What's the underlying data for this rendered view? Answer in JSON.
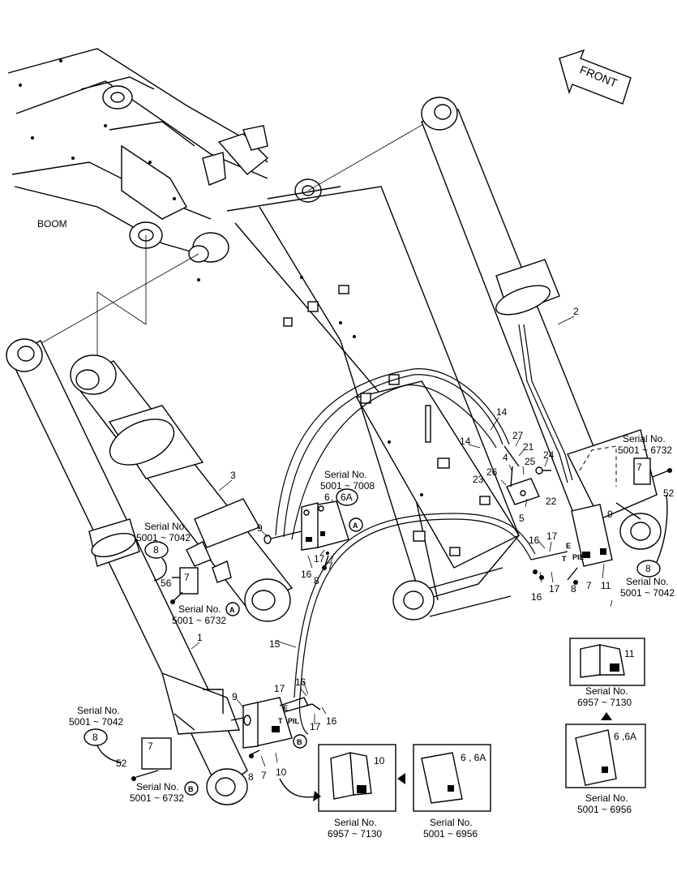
{
  "labels": {
    "boom": "BOOM",
    "front": "FRONT",
    "serial_no": "Serial No.",
    "port_e": "E",
    "port_t": "T",
    "port_pil": "PIL",
    "circle_a": "A",
    "circle_b": "B",
    "circle_8": "8",
    "circle_6a": "6A",
    "six_6a": "6 ,",
    "six_6a_b": "6 , 6A",
    "six_6a_c": "6 ,6A"
  },
  "serial_ranges": {
    "r5001_7008": "5001 ~ 7008",
    "r5001_7042": "5001 ~ 7042",
    "r5001_6732": "5001 ~ 6732",
    "r6957_7130": "6957 ~ 7130",
    "r5001_6956": "5001 ~ 6956"
  },
  "part_numbers": [
    "1",
    "2",
    "3",
    "4",
    "5",
    "6",
    "7",
    "8",
    "9",
    "10",
    "11",
    "14",
    "15",
    "16",
    "17",
    "21",
    "22",
    "23",
    "24",
    "25",
    "26",
    "27",
    "52",
    "56"
  ]
}
